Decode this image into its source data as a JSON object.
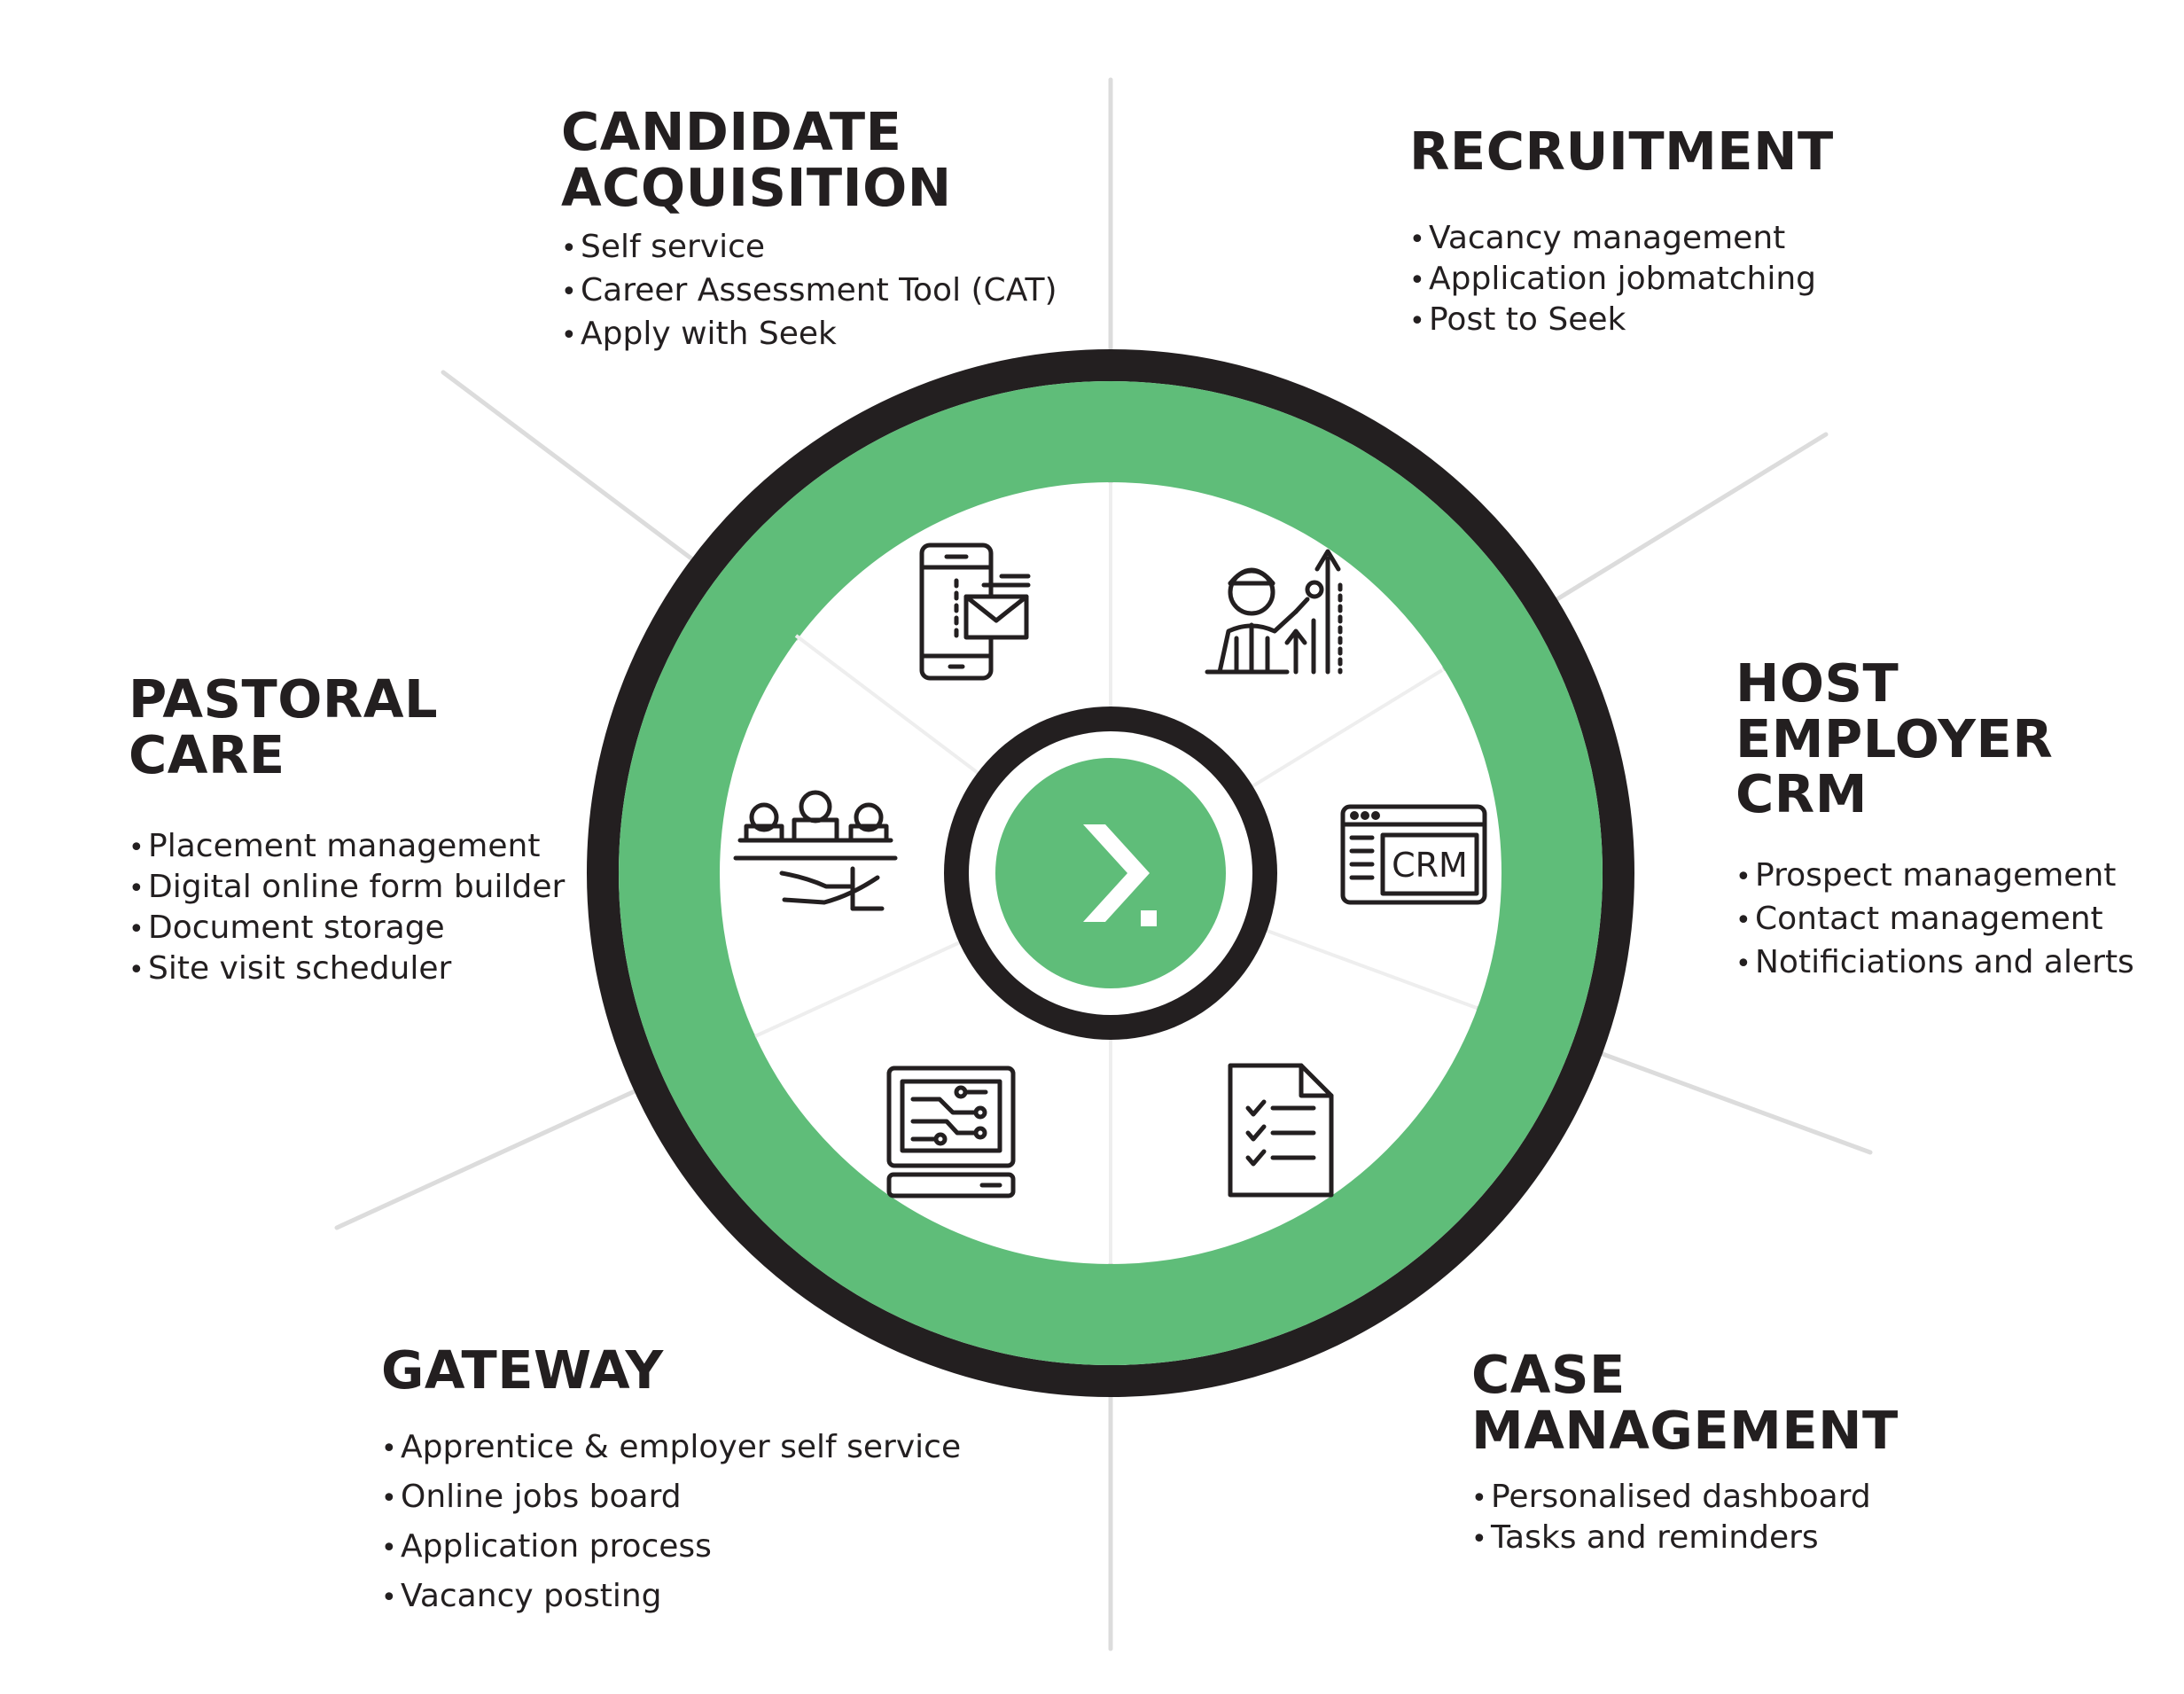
{
  "colors": {
    "green": "#5fbd79",
    "ring": "#231f20",
    "background": "#ffffff",
    "spoke": "#d9d9d9"
  },
  "center_logo": {
    "icon": "chevron-right-dot-icon"
  },
  "sections": [
    {
      "id": "candidate-acquisition",
      "title": [
        "CANDIDATE",
        "ACQUISITION"
      ],
      "icon": "mobile-phone-envelope-icon",
      "items": [
        "Self service",
        "Career Assessment Tool (CAT)",
        "Apply with Seek"
      ]
    },
    {
      "id": "recruitment",
      "title": [
        "RECRUITMENT"
      ],
      "icon": "person-growth-arrows-icon",
      "items": [
        "Vacancy management",
        "Application jobmatching",
        "Post to Seek"
      ]
    },
    {
      "id": "host-employer-crm",
      "title": [
        "HOST",
        "EMPLOYER",
        "CRM"
      ],
      "icon": "crm-window-icon",
      "items": [
        "Prospect management",
        "Contact management",
        "Notificiations and alerts"
      ]
    },
    {
      "id": "case-management",
      "title": [
        "CASE",
        "MANAGEMENT"
      ],
      "icon": "checklist-document-icon",
      "items": [
        "Personalised dashboard",
        "Tasks and reminders"
      ]
    },
    {
      "id": "gateway",
      "title": [
        "GATEWAY"
      ],
      "icon": "computer-circuit-icon",
      "items": [
        "Apprentice & employer self service",
        "Online jobs board",
        "Application process",
        "Vacancy posting"
      ]
    },
    {
      "id": "pastoral-care",
      "title": [
        "PASTORAL",
        "CARE"
      ],
      "icon": "people-on-hand-icon",
      "items": [
        "Placement management",
        "Digital online form builder",
        "Document storage",
        "Site visit scheduler"
      ]
    }
  ]
}
